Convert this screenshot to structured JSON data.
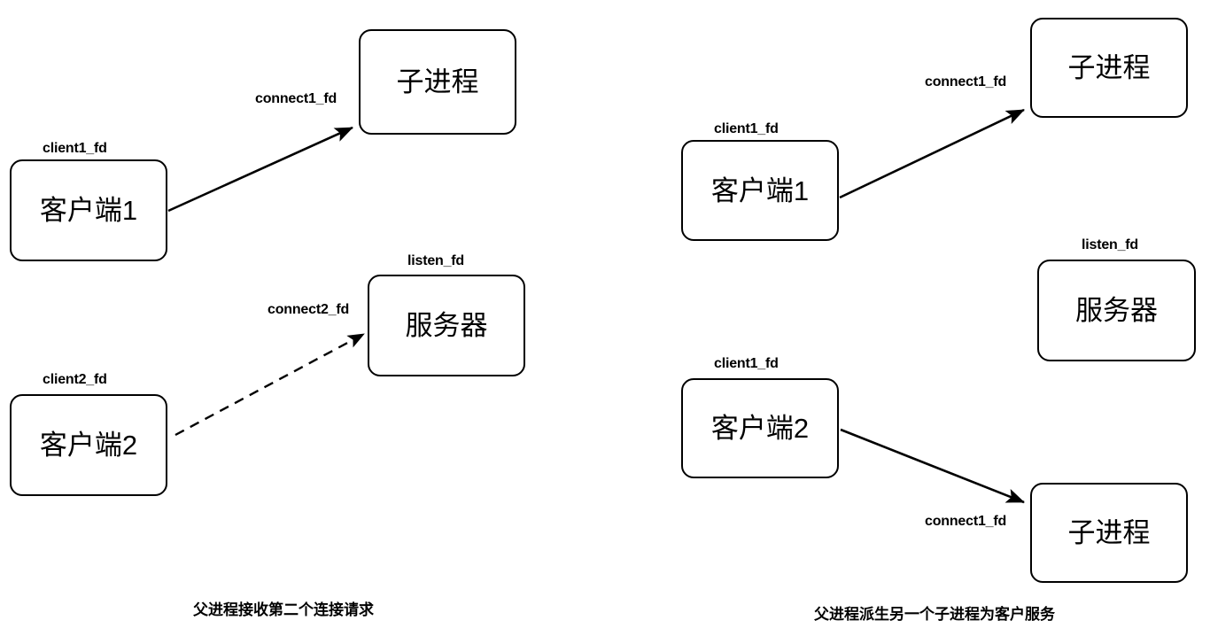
{
  "diagram": {
    "title_left": "父进程接收第二个连接请求",
    "title_right": "父进程派生另一个子进程为客户服务",
    "background": "#ffffff",
    "stroke": "#000000"
  },
  "left_panel": {
    "caption": "父进程接收第二个连接请求",
    "nodes": [
      {
        "id": "l-child",
        "label": "子进程",
        "fd": ""
      },
      {
        "id": "l-client1",
        "label": "客户端1",
        "fd": "client1_fd"
      },
      {
        "id": "l-server",
        "label": "服务器",
        "fd": "listen_fd"
      },
      {
        "id": "l-client2",
        "label": "客户端2",
        "fd": "client2_fd"
      }
    ],
    "edges": [
      {
        "id": "l-e1",
        "label": "connect1_fd",
        "style": "solid",
        "from": "客户端1",
        "to": "子进程"
      },
      {
        "id": "l-e2",
        "label": "connect2_fd",
        "style": "dashed",
        "from": "客户端2",
        "to": "服务器"
      }
    ]
  },
  "right_panel": {
    "caption": "父进程派生另一个子进程为客户服务",
    "nodes": [
      {
        "id": "r-child1",
        "label": "子进程",
        "fd": ""
      },
      {
        "id": "r-client1",
        "label": "客户端1",
        "fd": "client1_fd"
      },
      {
        "id": "r-server",
        "label": "服务器",
        "fd": "listen_fd"
      },
      {
        "id": "r-client2",
        "label": "客户端2",
        "fd": "client1_fd"
      },
      {
        "id": "r-child2",
        "label": "子进程",
        "fd": ""
      }
    ],
    "edges": [
      {
        "id": "r-e1",
        "label": "connect1_fd",
        "style": "solid",
        "from": "客户端1",
        "to": "子进程"
      },
      {
        "id": "r-e2",
        "label": "connect1_fd",
        "style": "solid",
        "from": "客户端2",
        "to": "子进程"
      }
    ]
  }
}
